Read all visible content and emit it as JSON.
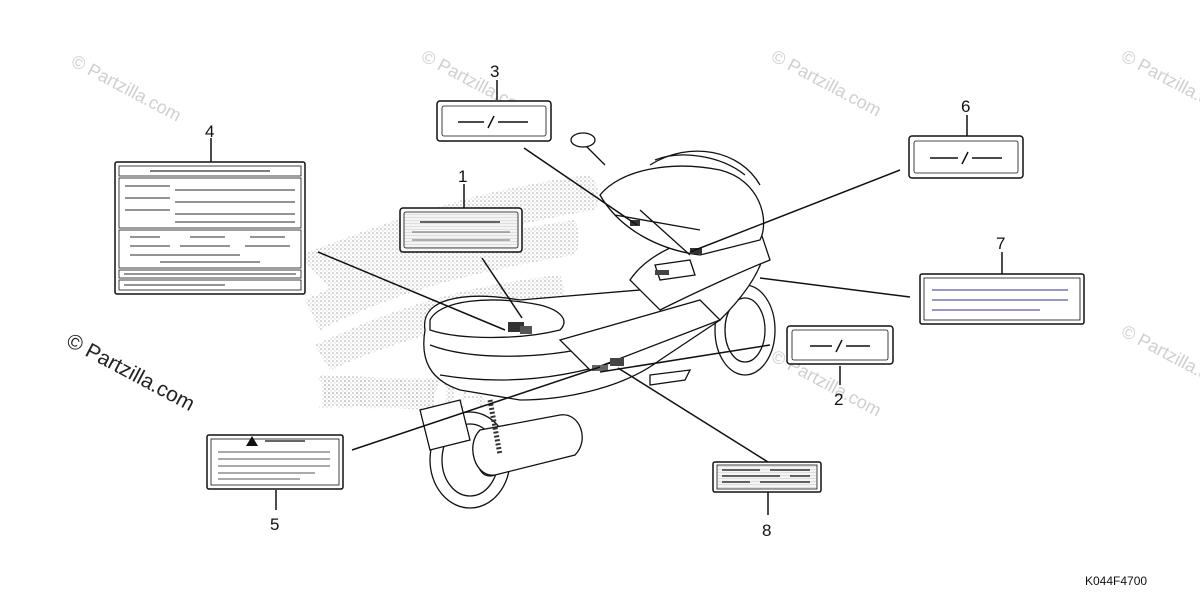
{
  "watermark": {
    "brand_text": "© Partzilla.com"
  },
  "copyright": "© Partzilla.com",
  "reference_code": "K044F4700",
  "callouts": [
    {
      "id": "label-1",
      "number": "1"
    },
    {
      "id": "label-2",
      "number": "2"
    },
    {
      "id": "label-3",
      "number": "3"
    },
    {
      "id": "label-4",
      "number": "4"
    },
    {
      "id": "label-5",
      "number": "5"
    },
    {
      "id": "label-6",
      "number": "6"
    },
    {
      "id": "label-7",
      "number": "7"
    },
    {
      "id": "label-8",
      "number": "8"
    }
  ],
  "colors": {
    "line": "#111111",
    "label_fill": "#f2f2f2",
    "stipple": "#9a9a9a",
    "watermark": "#cfcfcf",
    "blue_line": "#5a5aa0"
  }
}
